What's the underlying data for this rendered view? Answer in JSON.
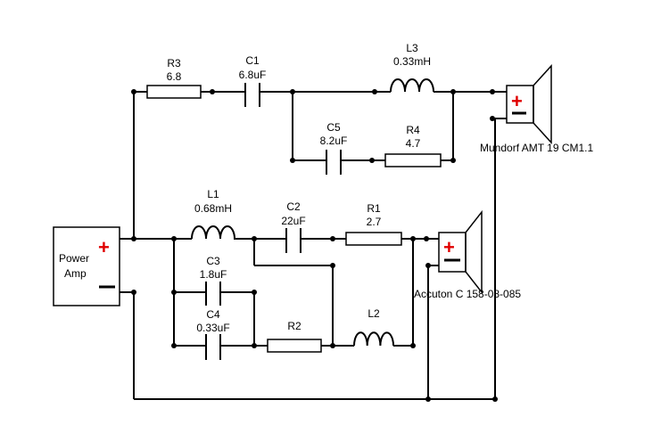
{
  "components": {
    "r3": {
      "name": "R3",
      "value": "6.8"
    },
    "c1": {
      "name": "C1",
      "value": "6.8uF"
    },
    "l3": {
      "name": "L3",
      "value": "0.33mH"
    },
    "c5": {
      "name": "C5",
      "value": "8.2uF"
    },
    "r4": {
      "name": "R4",
      "value": "4.7"
    },
    "l1": {
      "name": "L1",
      "value": "0.68mH"
    },
    "c2": {
      "name": "C2",
      "value": "22uF"
    },
    "r1": {
      "name": "R1",
      "value": "2.7"
    },
    "c3": {
      "name": "C3",
      "value": "1.8uF"
    },
    "c4": {
      "name": "C4",
      "value": "0.33uF"
    },
    "r2": {
      "name": "R2",
      "value": ""
    },
    "l2": {
      "name": "L2",
      "value": ""
    }
  },
  "amp": {
    "line1": "Power",
    "line2": "Amp",
    "plus": "+"
  },
  "tweeter": {
    "label": "Mundorf AMT 19 CM1.1",
    "plus": "+"
  },
  "woofer": {
    "label": "Accuton C 158-08-085",
    "plus": "+"
  }
}
